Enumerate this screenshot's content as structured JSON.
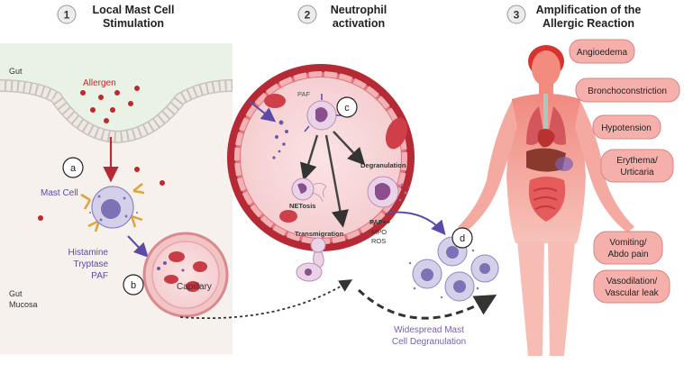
{
  "steps": [
    {
      "number": "1",
      "title_line1": "Local Mast Cell",
      "title_line2": "Stimulation"
    },
    {
      "number": "2",
      "title_line1": "Neutrophil",
      "title_line2": "activation"
    },
    {
      "number": "3",
      "title_line1": "Amplification of the",
      "title_line2": "Allergic Reaction"
    }
  ],
  "panel1": {
    "gut": "Gut",
    "allergen": "Allergen",
    "mast_cell": "Mast Cell",
    "mediators": [
      "Histamine",
      "Tryptase",
      "PAF"
    ],
    "capillary": "Capillary",
    "gut_mucosa_line1": "Gut",
    "gut_mucosa_line2": "Mucosa",
    "marker_a": "a",
    "marker_b": "b"
  },
  "panel2": {
    "paf": "PAF",
    "marker_c": "c",
    "netosis": "NETosis",
    "degranulation": "Degranulation",
    "transmigration": "Transmigration",
    "outputs": [
      "PAF++",
      "MPO",
      "ROS"
    ],
    "marker_d": "d",
    "widespread_line1": "Widespread Mast",
    "widespread_line2": "Cell Degranulation"
  },
  "symptoms": [
    {
      "line1": "Angioedema",
      "line2": ""
    },
    {
      "line1": "Bronchoconstriction",
      "line2": ""
    },
    {
      "line1": "Hypotension",
      "line2": ""
    },
    {
      "line1": "Erythema/",
      "line2": "Urticaria"
    },
    {
      "line1": "Vomiting/",
      "line2": "Abdo pain"
    },
    {
      "line1": "Vasodilation/",
      "line2": "Vascular leak"
    }
  ],
  "colors": {
    "allergen": "#c0282d",
    "mediator_text": "#5b4ba8",
    "vessel_red": "#b52a34",
    "pill_fill": "#f6b0ac",
    "pill_stroke": "#d98582",
    "body_fill": "#f4a8a0",
    "widespread_text": "#7a5fb0"
  }
}
